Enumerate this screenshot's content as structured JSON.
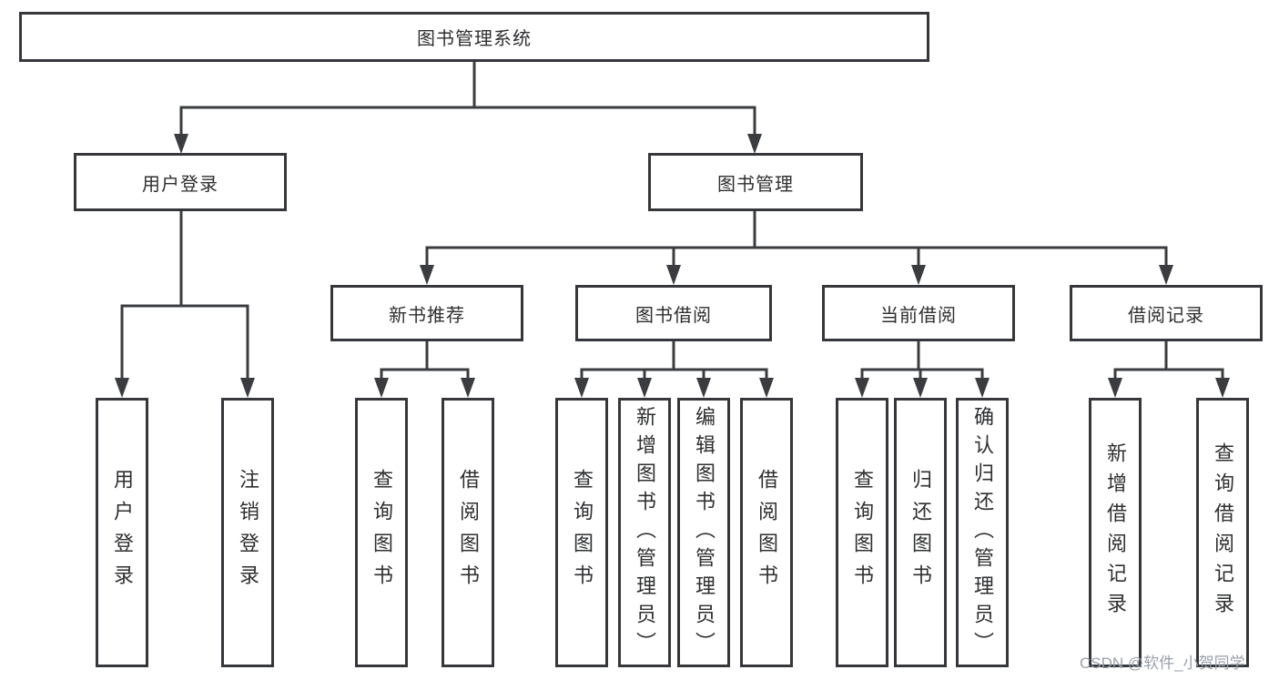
{
  "diagram": {
    "root": {
      "label": "图书管理系统"
    },
    "level2": {
      "user_login": {
        "label": "用户登录"
      },
      "book_management": {
        "label": "图书管理"
      }
    },
    "level3": {
      "new_books": {
        "label": "新书推荐"
      },
      "book_borrowing": {
        "label": "图书借阅"
      },
      "current_borrowing": {
        "label": "当前借阅"
      },
      "borrowing_records": {
        "label": "借阅记录"
      }
    },
    "leaves": {
      "user_login_login": {
        "label": "用户登录"
      },
      "user_login_logout": {
        "label": "注销登录"
      },
      "new_books_search": {
        "label": "查询图书"
      },
      "new_books_borrow": {
        "label": "借阅图书"
      },
      "borrowing_search": {
        "label": "查询图书"
      },
      "borrowing_add": {
        "label": "新增图书（管理员）"
      },
      "borrowing_edit": {
        "label": "编辑图书（管理员）"
      },
      "borrowing_borrow": {
        "label": "借阅图书"
      },
      "current_search": {
        "label": "查询图书"
      },
      "current_return": {
        "label": "归还图书"
      },
      "current_confirm": {
        "label": "确认归还（管理员）"
      },
      "records_add": {
        "label": "新增借阅记录"
      },
      "records_search": {
        "label": "查询借阅记录"
      }
    }
  },
  "watermark": {
    "text": "CSDN @软件_小贺同学"
  },
  "colors": {
    "box_border": "#35373a",
    "connector": "#3a3c3f",
    "text": "#2e2f31",
    "watermark_text": "#9aa0ab",
    "background": "#ffffff"
  }
}
